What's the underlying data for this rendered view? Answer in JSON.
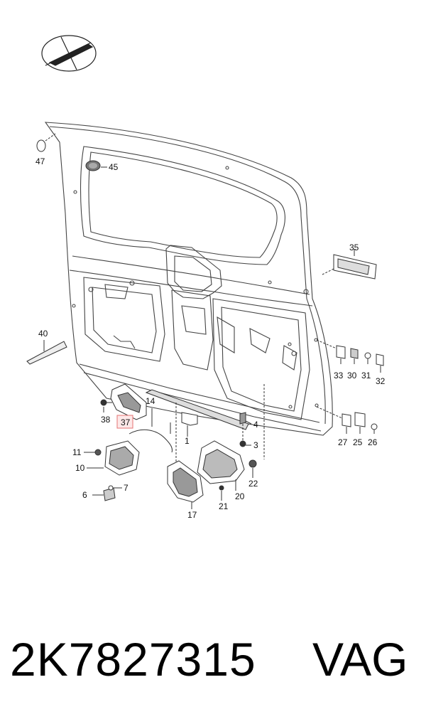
{
  "callouts": [
    {
      "id": "47",
      "text": "47"
    },
    {
      "id": "45",
      "text": "45"
    },
    {
      "id": "35",
      "text": "35"
    },
    {
      "id": "40",
      "text": "40"
    },
    {
      "id": "33",
      "text": "33"
    },
    {
      "id": "30",
      "text": "30"
    },
    {
      "id": "31",
      "text": "31"
    },
    {
      "id": "32",
      "text": "32"
    },
    {
      "id": "38",
      "text": "38"
    },
    {
      "id": "37",
      "text": "37"
    },
    {
      "id": "14",
      "text": "14"
    },
    {
      "id": "1",
      "text": "1"
    },
    {
      "id": "4",
      "text": "4"
    },
    {
      "id": "3",
      "text": "3"
    },
    {
      "id": "27",
      "text": "27"
    },
    {
      "id": "25",
      "text": "25"
    },
    {
      "id": "26",
      "text": "26"
    },
    {
      "id": "11",
      "text": "11"
    },
    {
      "id": "10",
      "text": "10"
    },
    {
      "id": "7",
      "text": "7"
    },
    {
      "id": "6",
      "text": "6"
    },
    {
      "id": "22",
      "text": "22"
    },
    {
      "id": "20",
      "text": "20"
    },
    {
      "id": "21",
      "text": "21"
    },
    {
      "id": "17",
      "text": "17"
    }
  ],
  "highlighted_callout": "37",
  "highlight_color": "#e57373",
  "logo_icon": "compass-arrow-logo",
  "footer": {
    "part_number": "2K7827315",
    "brand": "VAG"
  }
}
